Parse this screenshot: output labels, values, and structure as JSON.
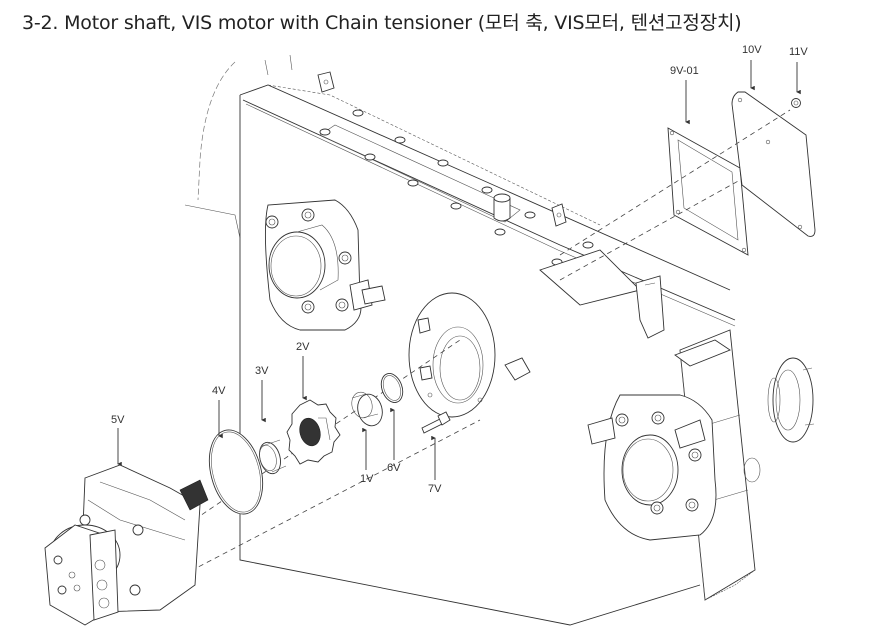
{
  "title": "3-2. Motor shaft, VIS motor with Chain tensioner (모터 축, VIS모터, 텐션고정장치)",
  "parts": [
    {
      "id": "1V",
      "label": "1V"
    },
    {
      "id": "2V",
      "label": "2V"
    },
    {
      "id": "3V",
      "label": "3V"
    },
    {
      "id": "4V",
      "label": "4V"
    },
    {
      "id": "5V",
      "label": "5V"
    },
    {
      "id": "6V",
      "label": "6V"
    },
    {
      "id": "7V",
      "label": "7V"
    },
    {
      "id": "9V-01",
      "label": "9V-01"
    },
    {
      "id": "10V",
      "label": "10V"
    },
    {
      "id": "11V",
      "label": "11V"
    }
  ]
}
